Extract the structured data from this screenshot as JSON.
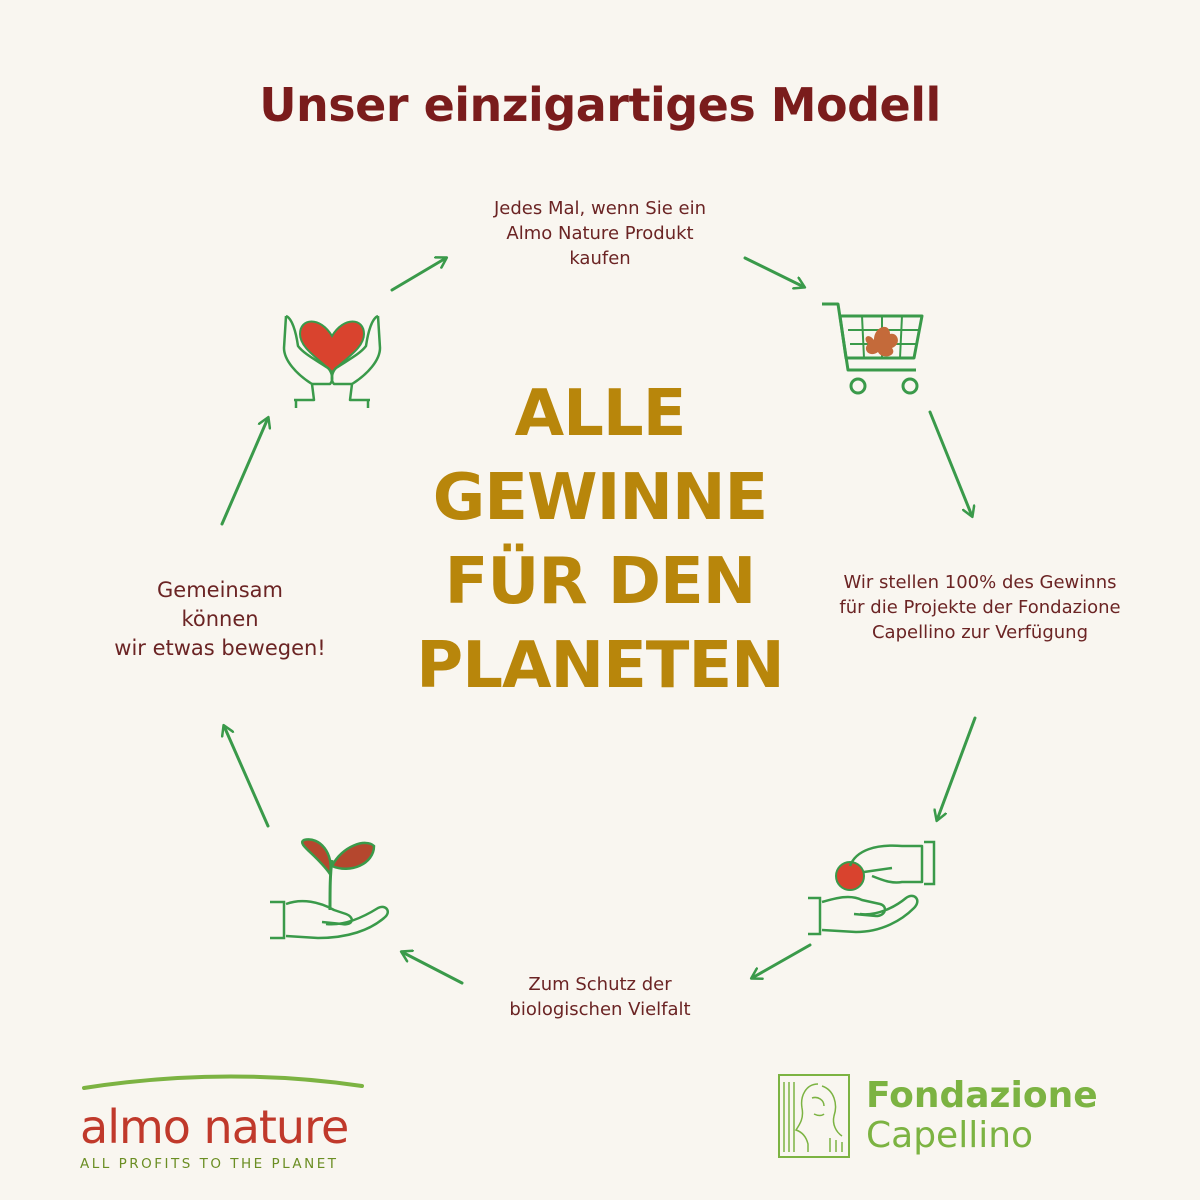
{
  "title": "Unser einzigartiges Modell",
  "center_text": {
    "line1": "ALLE",
    "line2": "GEWINNE",
    "line3": "FÜR DEN",
    "line4": "PLANETEN"
  },
  "steps": {
    "top": {
      "line1": "Jedes Mal, wenn Sie ein",
      "line2": "Almo Nature Produkt",
      "line3": "kaufen",
      "icon": "shopping-cart-icon"
    },
    "right": {
      "line1": "Wir stellen 100% des Gewinns",
      "line2": "für die Projekte der Fondazione",
      "line3": "Capellino zur Verfügung",
      "icon": "giving-hands-icon"
    },
    "bottom": {
      "line1": "Zum Schutz der",
      "line2": "biologischen Vielfalt",
      "icon": "seedling-hand-icon"
    },
    "left": {
      "line1": "Gemeinsam",
      "line2": "können",
      "line3": "wir etwas bewegen!",
      "icon": "heart-hands-icon"
    }
  },
  "logos": {
    "almo_name": "almo nature",
    "almo_tagline": "ALL PROFITS TO THE PLANET",
    "fondazione_line1": "Fondazione",
    "fondazione_line2": "Capellino"
  },
  "colors": {
    "title": "#7a1c1c",
    "center": "#b8860b",
    "arrow": "#3a9a4a",
    "icon_stroke": "#3a9a4a",
    "icon_fill": "#d9432e",
    "almo": "#c0392b",
    "fondazione": "#7cb342"
  }
}
